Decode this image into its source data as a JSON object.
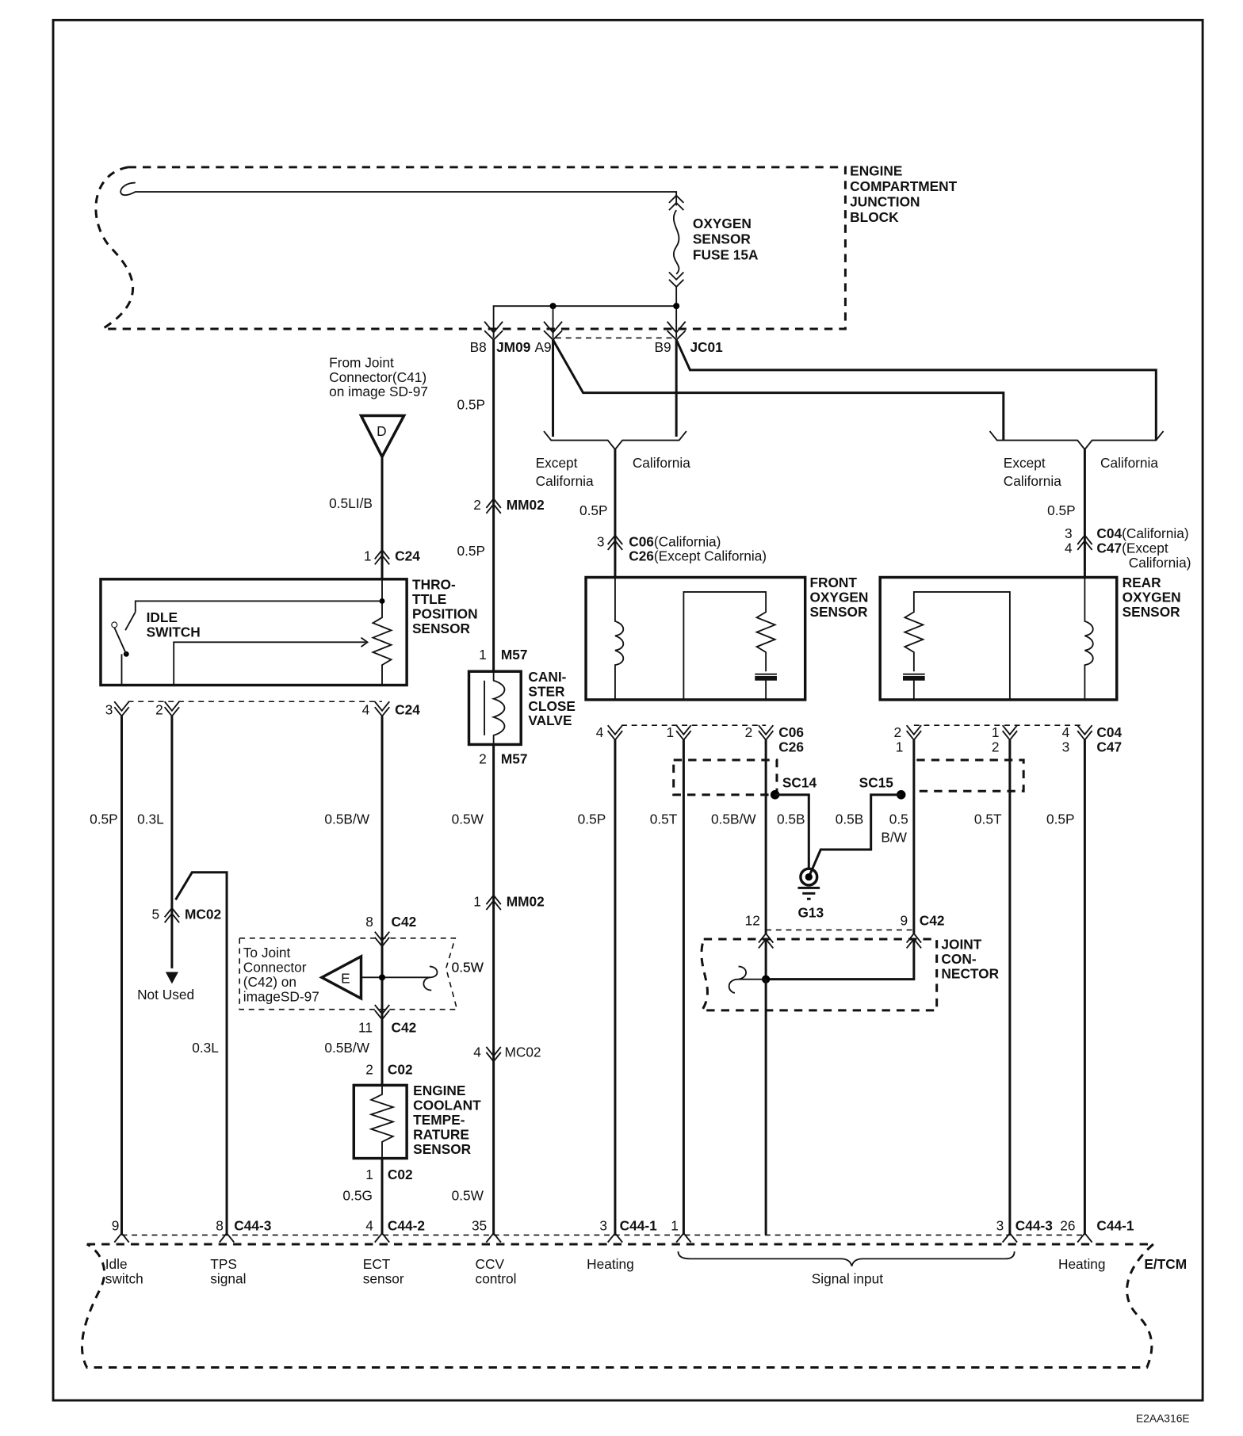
{
  "diagram_code": "E2AA316E",
  "junction_block": [
    "ENGINE",
    "COMPARTMENT",
    "JUNCTION",
    "BLOCK"
  ],
  "fuse": [
    "OXYGEN",
    "SENSOR",
    "FUSE 15A"
  ],
  "top_conn": {
    "b8": "B8",
    "jm09": "JM09",
    "a9": "A9",
    "b9": "B9",
    "jc01": "JC01"
  },
  "from_joint": [
    "From Joint",
    "Connector(C41)",
    "on image SD-97"
  ],
  "d_label": "D",
  "e_label": "E",
  "to_joint": [
    "To Joint",
    "Connector",
    "(C42) on",
    "imageSD-97"
  ],
  "wires": {
    "p05": "0.5P",
    "li_b": "0.5LI/B",
    "bw": "0.5B/W",
    "l03": "0.3L",
    "w05": "0.5W",
    "g05": "0.5G",
    "t05": "0.5T",
    "b05": "0.5B",
    "b05w_a": "0.5",
    "b05w_b": "B/W"
  },
  "variants": {
    "except": "Except",
    "california_l": "California",
    "california": "California"
  },
  "throttle": [
    "THRO-",
    "TTLE",
    "POSITION",
    "SENSOR"
  ],
  "idle_switch": [
    "IDLE",
    "SWITCH"
  ],
  "canister": [
    "CANI-",
    "STER",
    "CLOSE",
    "VALVE"
  ],
  "ect": [
    "ENGINE",
    "COOLANT",
    "TEMPE-",
    "RATURE",
    "SENSOR"
  ],
  "front_o2": [
    "FRONT",
    "OXYGEN",
    "SENSOR"
  ],
  "rear_o2": [
    "REAR",
    "OXYGEN",
    "SENSOR"
  ],
  "joint_connector": [
    "JOINT",
    "CON-",
    "NECTOR"
  ],
  "not_used": "Not Used",
  "conn": {
    "c24": "C24",
    "mm02": "MM02",
    "m57": "M57",
    "mc02": "MC02",
    "c42": "C42",
    "c02": "C02",
    "c06c": "C06",
    "c06c_s": "(California)",
    "c26e": "C26",
    "c26e_s": "(Except California)",
    "c04c": "C04",
    "c04c_s": "(California)",
    "c47e": "C47",
    "c47e_s": "(Except",
    "c47e_s2": "California)",
    "c06": "C06",
    "c26": "C26",
    "c04": "C04",
    "c47": "C47",
    "sc14": "SC14",
    "sc15": "SC15",
    "g13": "G13",
    "c44_3": "C44-3",
    "c44_2": "C44-2",
    "c44_1": "C44-1"
  },
  "pins": {
    "p1": "1",
    "p2": "2",
    "p3": "3",
    "p4": "4",
    "p5": "5",
    "p8": "8",
    "p9": "9",
    "p11": "11",
    "p12": "12",
    "p26": "26",
    "p35": "35"
  },
  "ecm": {
    "name": "E/TCM",
    "idle": [
      "Idle",
      "switch"
    ],
    "tps": [
      "TPS",
      "signal"
    ],
    "ect": [
      "ECT",
      "sensor"
    ],
    "ccv": [
      "CCV",
      "control"
    ],
    "heating_l": "Heating",
    "signal": "Signal input",
    "heating_r": "Heating"
  }
}
